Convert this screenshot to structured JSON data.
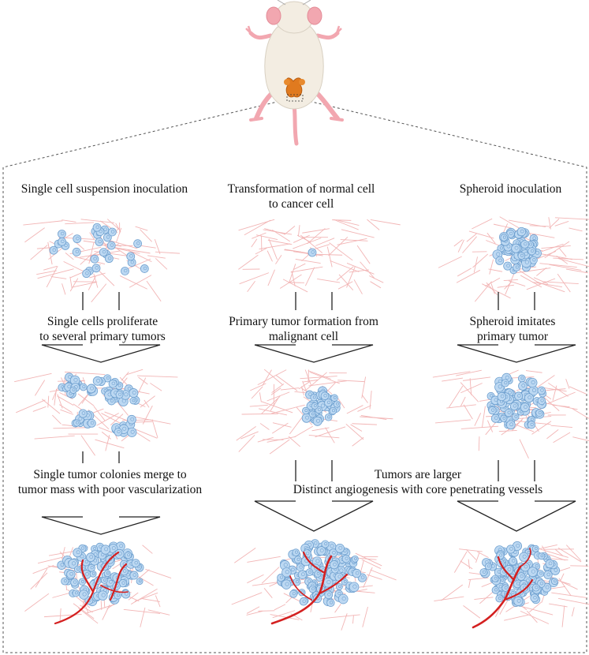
{
  "columns": [
    {
      "title": "Single cell suspension inoculation",
      "step1": [
        "Single cells proliferate",
        "to several primary tumors"
      ],
      "step2": [
        "Single tumor colonies merge to",
        "tumor mass with poor vascularization"
      ]
    },
    {
      "title": [
        "Transformation of normal cell",
        "to cancer cell"
      ],
      "step1": [
        "Primary tumor formation from",
        "malignant cell"
      ]
    },
    {
      "title": "Spheroid inoculation",
      "step1": [
        "Spheroid imitates",
        "primary tumor"
      ]
    }
  ],
  "shared_step2": [
    "Tumors are larger",
    "Distinct angiogenesis with core penetrating vessels"
  ],
  "colors": {
    "fiber": "#f2b5b5",
    "cell_fill": "#bcd8f2",
    "cell_stroke": "#6fa0cf",
    "vessel": "#d42020",
    "mouse_body": "#f3ede2",
    "mouse_pink": "#f2a7b0",
    "organ": "#e07a1f"
  }
}
